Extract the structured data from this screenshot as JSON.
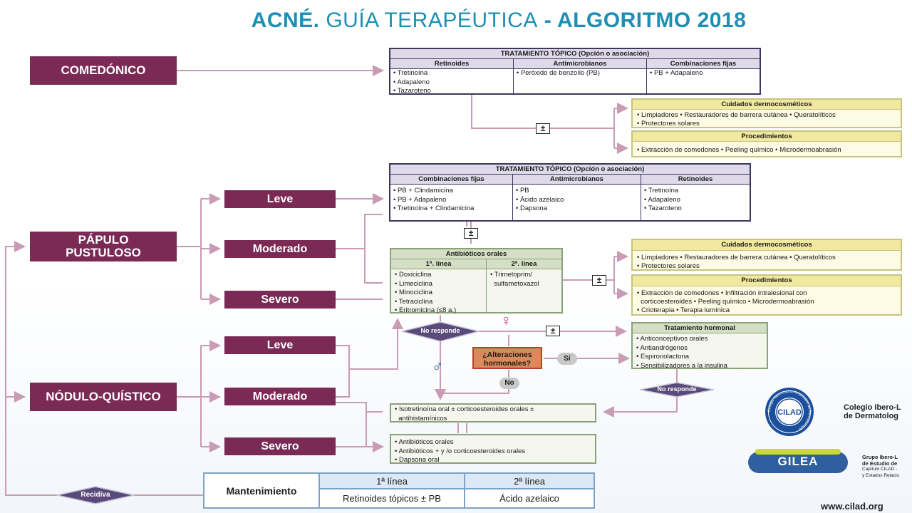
{
  "title": {
    "bold": "ACNÉ.",
    "light": "GUÍA TERAPÉUTICA",
    "dash": "-",
    "right": "ALGORITMO 2018"
  },
  "main": {
    "comedonico": "COMEDÓNICO",
    "papulo1": "PÁPULO",
    "papulo2": "PUSTULOSO",
    "nodulo": "NÓDULO-QUÍSTICO"
  },
  "severity": {
    "leve": "Leve",
    "moderado": "Moderado",
    "severo": "Severo"
  },
  "topico1": {
    "header": "TRATAMIENTO TÓPICO  (Opción o asociación)",
    "cols": [
      {
        "name": "Retinoides",
        "items": [
          "• Tretinoína",
          "• Adapaleno",
          "• Tazaroteno"
        ]
      },
      {
        "name": "Antimicrobianos",
        "items": [
          "• Peróxido de benzoílo (PB)"
        ]
      },
      {
        "name": "Combinaciones fijas",
        "items": [
          "• PB + Adapaleno"
        ]
      }
    ]
  },
  "cuidados": {
    "header": "Cuidados  dermocosméticos",
    "items": [
      "• Limpiadores • Restauradores de barrera cutánea • Queratolíticos",
      "• Protectores solares"
    ]
  },
  "proc1": {
    "header": "Procedimientos",
    "items": [
      "• Extracción de comedones • Peeling químico • Microdermoabrasión"
    ]
  },
  "topico2": {
    "header": "TRATAMIENTO TÓPICO  (Opción o asociación)",
    "cols": [
      {
        "name": "Combinaciones fijas",
        "items": [
          "• PB + Clindamicina",
          "• PB + Adapaleno",
          "• Tretinoína + Clindamicina"
        ]
      },
      {
        "name": "Antimicrobianos",
        "items": [
          "• PB",
          "• Ácido azelaico",
          "• Dapsona"
        ]
      },
      {
        "name": "Retinoides",
        "items": [
          "• Tretinoína",
          "• Adapaleno",
          "• Tazaroteno"
        ]
      }
    ]
  },
  "antibioticos": {
    "header": "Antibióticos orales",
    "cols": [
      {
        "name": "1ª. línea",
        "items": [
          "• Doxiciclina",
          "• Limeciclina",
          "• Minociclina",
          "• Tetraciclina",
          "• Eritromicina (≤8 a.)"
        ]
      },
      {
        "name": "2ª. línea",
        "items": [
          "• Trimetoprim/",
          "  sulfametoxazol"
        ]
      }
    ]
  },
  "cuidados2": {
    "header": "Cuidados  dermocosméticos",
    "items": [
      "• Limpiadores • Restauradores de barrera cutánea • Queratolíticos",
      "• Protectores solares"
    ]
  },
  "proc2": {
    "header": "Procedimientos",
    "items": [
      "• Extracción de comedones • Infiltración intralesional con",
      "  corticoesteroides • Peeling químico • Microdermoabrasión",
      "• Crioterapia • Terapia lumínica"
    ]
  },
  "hormonal": {
    "header": "Tratamiento hormonal",
    "items": [
      "• Anticonceptivos orales",
      "• Antiandrógenos",
      "• Espironolactona",
      "• Sensibilizadores a la insulina"
    ]
  },
  "no_responde": "No responde",
  "alteraciones": "¿Alteraciones hormonales?",
  "si": "Sí",
  "no": "No",
  "pm": "±",
  "female_symbol": "♀",
  "male_symbol": "♂",
  "isotretinoina": [
    "• Isotretinoína oral ± corticoesteroides orales ±",
    "  antihistamínicos"
  ],
  "severo_box": [
    "• Antibióticos orales",
    "• Antibióticos + y /o corticoesteroides orales",
    "• Dapsona oral"
  ],
  "recidiva": "Recidiva",
  "mantenimiento": {
    "label": "Mantenimiento",
    "h1": "1ª línea",
    "h2": "2ª línea",
    "v1": "Retinoides tópicos ± PB",
    "v2": "Ácido azelaico"
  },
  "logos": {
    "cilad_text1": "Colegio Ibero-L",
    "cilad_text2": "de Dermatolog",
    "cilad_ring": "Colegio Ibero-Latino-Americano de Dermatología",
    "cilad_mark": "CILAD",
    "gilea": "GILEA",
    "gilea_text": [
      "Grupo Ibero-L",
      "de Estudio de",
      "Capítulo CILAD -",
      "y Estados Relacio"
    ],
    "url": "www.cilad.org"
  },
  "colors": {
    "brand": "#7a2a55",
    "title": "#1d8fb3",
    "arrow": "#c99bb5"
  }
}
